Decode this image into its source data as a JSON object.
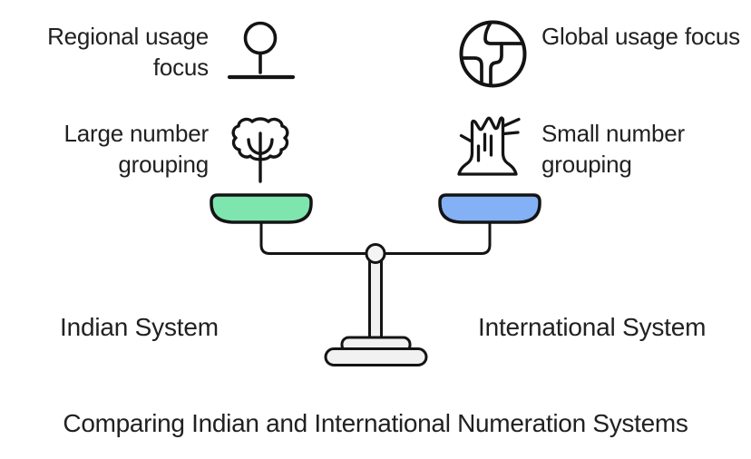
{
  "title": "Comparing Indian and International Numeration Systems",
  "scale": {
    "left_system": {
      "name": "Indian System",
      "pan_color": "#7FE5AF",
      "features": [
        {
          "label": "Regional usage focus",
          "icon": "map-pin-icon"
        },
        {
          "label": "Large number grouping",
          "icon": "tree-icon"
        }
      ]
    },
    "right_system": {
      "name": "International System",
      "pan_color": "#84B1F6",
      "features": [
        {
          "label": "Global usage focus",
          "icon": "globe-icon"
        },
        {
          "label": "Small number grouping",
          "icon": "tree-stump-icon"
        }
      ]
    },
    "stand_color": "#F1F1F1",
    "pivot_color": "#F4F4F4",
    "outline_color": "#141414"
  },
  "text_color": "#212121",
  "background_color": "#FFFFFF"
}
